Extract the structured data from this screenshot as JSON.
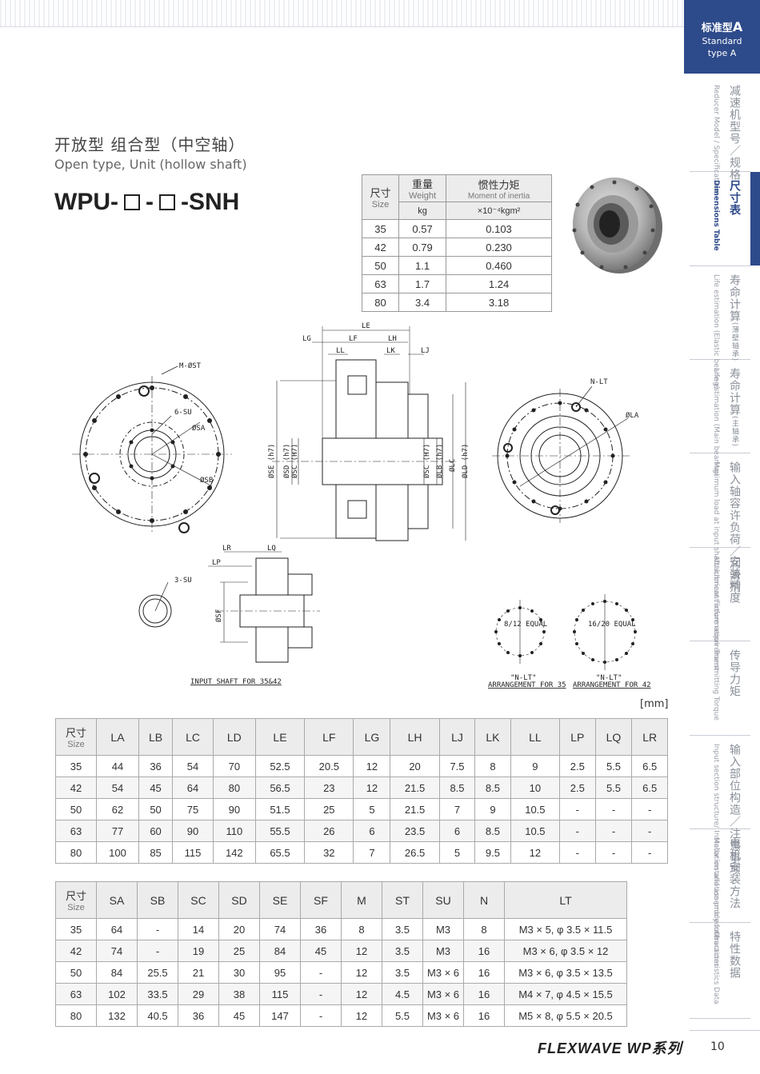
{
  "nav": {
    "badge_zh": "标准型",
    "badge_letter": "A",
    "badge_en1": "Standard",
    "badge_en2": "type A",
    "items": [
      {
        "zh": "减速机型号／规格",
        "en": "Reducer Model / Specifications"
      },
      {
        "zh": "尺寸表",
        "en": "Dimensions Table"
      },
      {
        "zh": "寿命计算",
        "zh_small": "(薄壁轴承)",
        "en": "Life estimation (Elastic bearing)"
      },
      {
        "zh": "寿命计算",
        "zh_small": "(主轴承)",
        "en": "Life estimation (Main bearing)"
      },
      {
        "zh": "输入轴容许负荷／润滑剂",
        "en": "Maximum load at input shaft/ lubricant information"
      },
      {
        "zh": "安装精度",
        "en": "Attachment fixture requirement"
      },
      {
        "zh": "传导力矩",
        "en": "Transmitting Torque"
      },
      {
        "zh": "输入部位构造／注意事项",
        "en": "Input section structure/ Installation and assembly instructions"
      },
      {
        "zh": "电机安装方法",
        "en": "Motor installation procedure"
      },
      {
        "zh": "特性数据",
        "en": "Characteristics Data"
      }
    ]
  },
  "heading": {
    "title_zh": "开放型 组合型（中空轴）",
    "title_en": "Open type, Unit (hollow shaft)",
    "model_prefix": "WPU-",
    "model_sep": "-",
    "model_suffix": "-SNH"
  },
  "weight_table": {
    "h_size_zh": "尺寸",
    "h_size_en": "Size",
    "h_weight_zh": "重量",
    "h_weight_en": "Weight",
    "h_inertia_zh": "惯性力矩",
    "h_inertia_en": "Moment of inertia",
    "u_weight": "kg",
    "u_inertia": "×10⁻⁴kgm²",
    "rows": [
      [
        "35",
        "0.57",
        "0.103"
      ],
      [
        "42",
        "0.79",
        "0.230"
      ],
      [
        "50",
        "1.1",
        "0.460"
      ],
      [
        "63",
        "1.7",
        "1.24"
      ],
      [
        "80",
        "3.4",
        "3.18"
      ]
    ]
  },
  "drawing_labels": {
    "le": "LE",
    "lg": "LG",
    "lf": "LF",
    "lh": "LH",
    "ll": "LL",
    "lk": "LK",
    "lj": "LJ",
    "m_st": "M-ØST",
    "su6": "6-SU",
    "sa": "ØSA",
    "sb": "ØSB",
    "se": "ØSE (h7)",
    "sd": "ØSD (h7)",
    "sc": "ØSC (H7)",
    "sc2": "ØSC (H7)",
    "lb": "ØLB (h7)",
    "lc": "ØLC",
    "ld": "ØLD (h7)",
    "nlt": "N-LT",
    "la": "ØLA",
    "lr": "LR",
    "lq": "LQ",
    "lp": "LP",
    "su3": "3-SU",
    "sf": "ØSF",
    "input_note": "INPUT SHAFT FOR 35&42",
    "equal1": "8/12 EQUAL",
    "equal2": "16/20 EQUAL",
    "arr1a": "\"N-LT\"",
    "arr1b": "ARRANGEMENT FOR 35",
    "arr2a": "\"N-LT\"",
    "arr2b": "ARRANGEMENT FOR 42"
  },
  "unit_mm": "[mm]",
  "dim_table1": {
    "h_size_zh": "尺寸",
    "h_size_en": "Size",
    "cols": [
      "LA",
      "LB",
      "LC",
      "LD",
      "LE",
      "LF",
      "LG",
      "LH",
      "LJ",
      "LK",
      "LL",
      "LP",
      "LQ",
      "LR"
    ],
    "rows": [
      [
        "35",
        "44",
        "36",
        "54",
        "70",
        "52.5",
        "20.5",
        "12",
        "20",
        "7.5",
        "8",
        "9",
        "2.5",
        "5.5",
        "6.5"
      ],
      [
        "42",
        "54",
        "45",
        "64",
        "80",
        "56.5",
        "23",
        "12",
        "21.5",
        "8.5",
        "8.5",
        "10",
        "2.5",
        "5.5",
        "6.5"
      ],
      [
        "50",
        "62",
        "50",
        "75",
        "90",
        "51.5",
        "25",
        "5",
        "21.5",
        "7",
        "9",
        "10.5",
        "-",
        "-",
        "-"
      ],
      [
        "63",
        "77",
        "60",
        "90",
        "110",
        "55.5",
        "26",
        "6",
        "23.5",
        "6",
        "8.5",
        "10.5",
        "-",
        "-",
        "-"
      ],
      [
        "80",
        "100",
        "85",
        "115",
        "142",
        "65.5",
        "32",
        "7",
        "26.5",
        "5",
        "9.5",
        "12",
        "-",
        "-",
        "-"
      ]
    ]
  },
  "dim_table2": {
    "h_size_zh": "尺寸",
    "h_size_en": "Size",
    "cols": [
      "SA",
      "SB",
      "SC",
      "SD",
      "SE",
      "SF",
      "M",
      "ST",
      "SU",
      "N",
      "LT"
    ],
    "rows": [
      [
        "35",
        "64",
        "-",
        "14",
        "20",
        "74",
        "36",
        "8",
        "3.5",
        "M3",
        "8",
        "M3 × 5, φ 3.5 × 11.5"
      ],
      [
        "42",
        "74",
        "-",
        "19",
        "25",
        "84",
        "45",
        "12",
        "3.5",
        "M3",
        "16",
        "M3 × 6, φ 3.5 × 12"
      ],
      [
        "50",
        "84",
        "25.5",
        "21",
        "30",
        "95",
        "-",
        "12",
        "3.5",
        "M3 × 6",
        "16",
        "M3 × 6, φ 3.5 × 13.5"
      ],
      [
        "63",
        "102",
        "33.5",
        "29",
        "38",
        "115",
        "-",
        "12",
        "4.5",
        "M3 × 6",
        "16",
        "M4 × 7, φ 4.5 × 15.5"
      ],
      [
        "80",
        "132",
        "40.5",
        "36",
        "45",
        "147",
        "-",
        "12",
        "5.5",
        "M3 × 6",
        "16",
        "M5 × 8, φ 5.5 × 20.5"
      ]
    ]
  },
  "footer": {
    "logo": "FLEXWAVE WP系列",
    "page": "10"
  }
}
